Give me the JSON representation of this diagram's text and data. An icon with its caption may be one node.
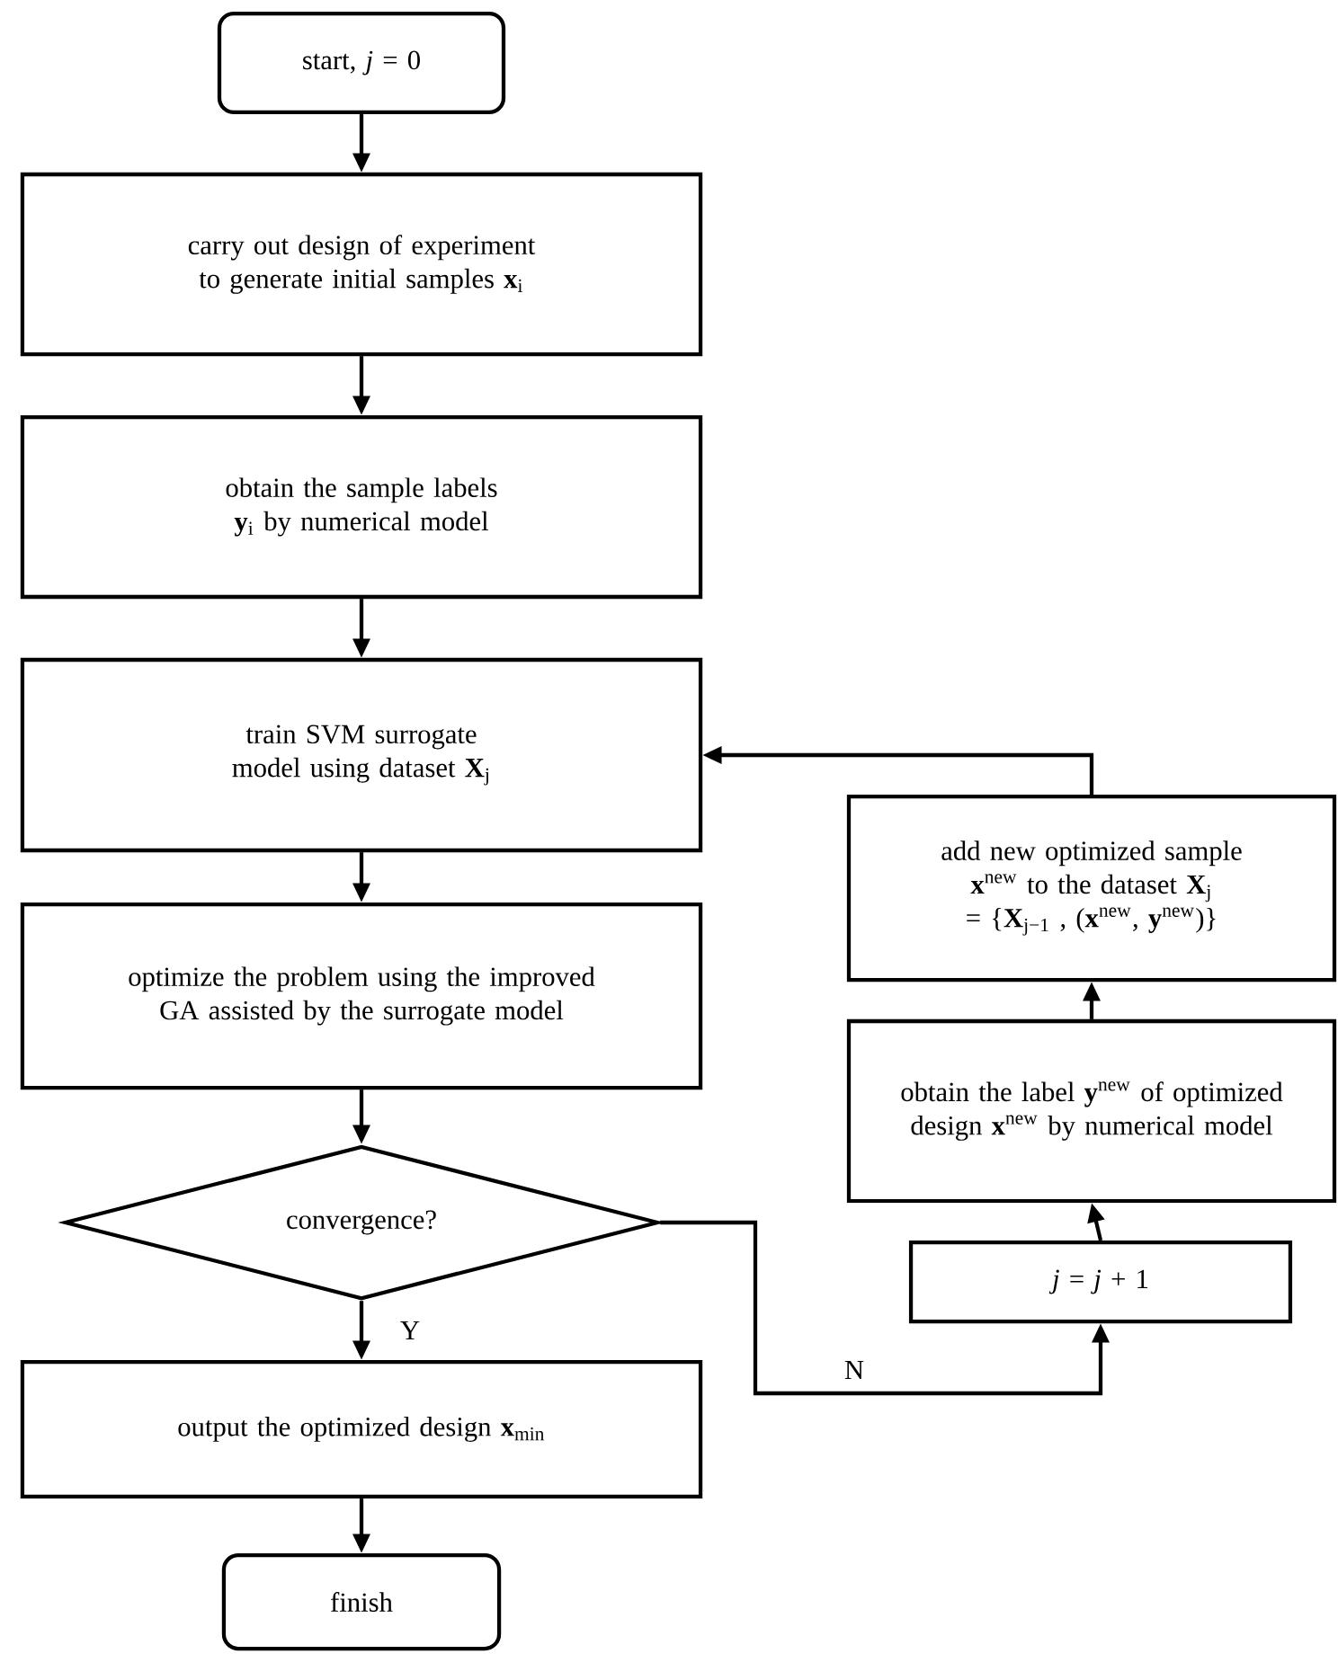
{
  "diagram": {
    "nodes": [
      {
        "text": [
          "start, *j* = 0"
        ]
      },
      {
        "text": [
          "carry out design of experiment to generate initial samples **x**$_{i}$"
        ]
      },
      {
        "text": [
          "obtain the sample labels **y**$_{i}$ by numerical model"
        ]
      },
      {
        "text": [
          "train SVM surrogate model using dataset **X**$_{j}$"
        ]
      },
      {
        "text": [
          "optimize the problem using the improved GA assisted by the surrogate model"
        ]
      },
      {
        "text": [
          "convergence?"
        ]
      },
      {
        "text": [
          "output the optimized design **x**$_{min}$"
        ]
      },
      {
        "text": [
          "finish"
        ]
      },
      {
        "text": [
          "*j* = *j* + 1"
        ]
      },
      {
        "text": [
          "obtain the label **y**$^{new}$ of optimized design **x**$^{new}$ by numerical model"
        ]
      },
      {
        "text": [
          "add new optimized sample **x**$^{new}$ to the dataset **X**$_{j}$ = {**X**$_{j−1}$ , (**x**$^{new}$, **y**$^{new}$)}"
        ]
      }
    ],
    "edges": [
      {
        "from": 0,
        "to": 1,
        "arrow": "to"
      },
      {
        "from": 1,
        "to": 2,
        "arrow": "to"
      },
      {
        "from": 2,
        "to": 3,
        "arrow": "to"
      },
      {
        "from": 3,
        "to": 4,
        "arrow": "to"
      },
      {
        "from": 4,
        "to": 5,
        "arrow": "to"
      },
      {
        "from": 5,
        "to": 6,
        "arrow": "to",
        "label": "Y"
      },
      {
        "from": 6,
        "to": 7,
        "arrow": "to"
      },
      {
        "from": 5,
        "to": 8,
        "arrow": "to",
        "label": "N"
      },
      {
        "from": 8,
        "to": 9,
        "arrow": "to"
      },
      {
        "from": 9,
        "to": 10,
        "arrow": "to"
      },
      {
        "from": 10,
        "to": 3,
        "arrow": "to"
      }
    ]
  }
}
